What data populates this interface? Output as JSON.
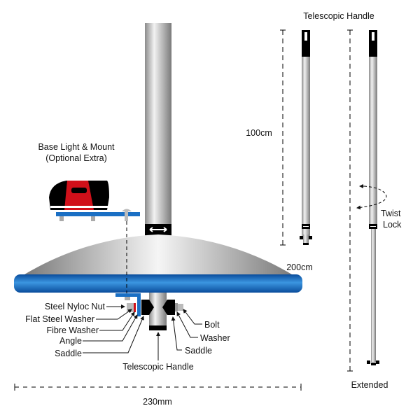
{
  "base_light": {
    "title_line1": "Base Light & Mount",
    "title_line2": "(Optional Extra)"
  },
  "labels_left": {
    "nyloc_nut": "Steel Nyloc Nut",
    "flat_washer": "Flat Steel Washer",
    "fibre_washer": "Fibre Washer",
    "angle": "Angle",
    "saddle": "Saddle"
  },
  "labels_right": {
    "bolt": "Bolt",
    "washer": "Washer",
    "saddle": "Saddle"
  },
  "handle_label": "Telescopic Handle",
  "width_dimension": "230mm",
  "handle_panel": {
    "title": "Telescopic Handle",
    "short_length": "100cm",
    "long_length": "200cm",
    "twist_lock_line1": "Twist",
    "twist_lock_line2": "Lock",
    "extended": "Extended"
  },
  "colors": {
    "blue": "#1a6fc4",
    "red": "#d0101a",
    "black": "#000000",
    "grey": "#b8b8b8"
  }
}
